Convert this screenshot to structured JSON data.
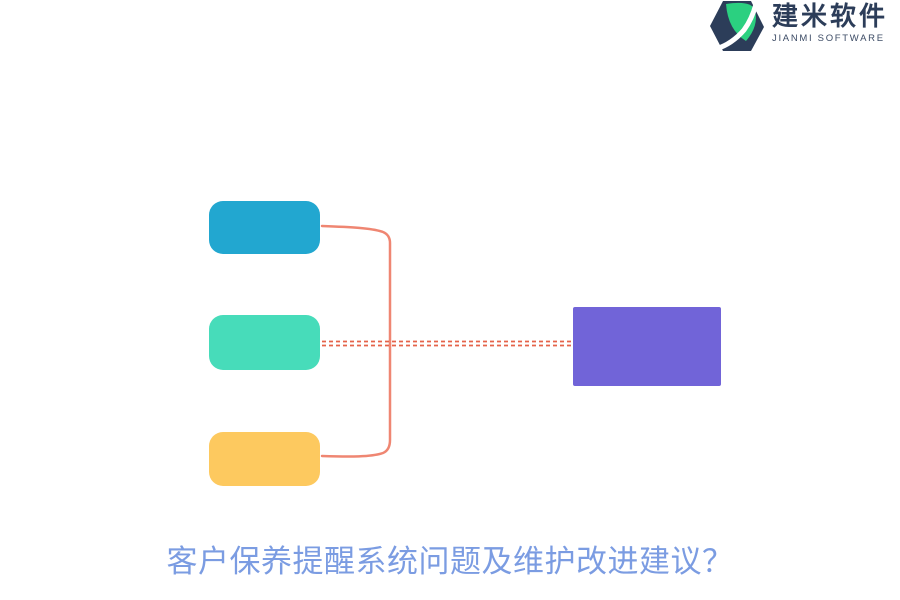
{
  "canvas": {
    "background": "#ffffff"
  },
  "logo": {
    "brand_cn": "建米软件",
    "brand_en": "JIANMI SOFTWARE",
    "icon": "hexagon-leaf-logo",
    "colors": {
      "navy": "#2c3d59",
      "green": "#2bd080",
      "swoosh": "#ffffff",
      "en_text": "#3d4c66"
    }
  },
  "diagram": {
    "nodes": [
      {
        "id": "branch-top",
        "color": "#22a7d0"
      },
      {
        "id": "branch-middle",
        "color": "#47dcba"
      },
      {
        "id": "branch-bottom",
        "color": "#fdc95f"
      },
      {
        "id": "root-right",
        "color": "#7164d8"
      }
    ],
    "connectors": {
      "bracket_color": "#ef8672",
      "dotted_color": "#e5634a"
    }
  },
  "title": {
    "text": "客户保养提醒系统问题及维护改进建议？",
    "color": "#7b9ce2"
  }
}
